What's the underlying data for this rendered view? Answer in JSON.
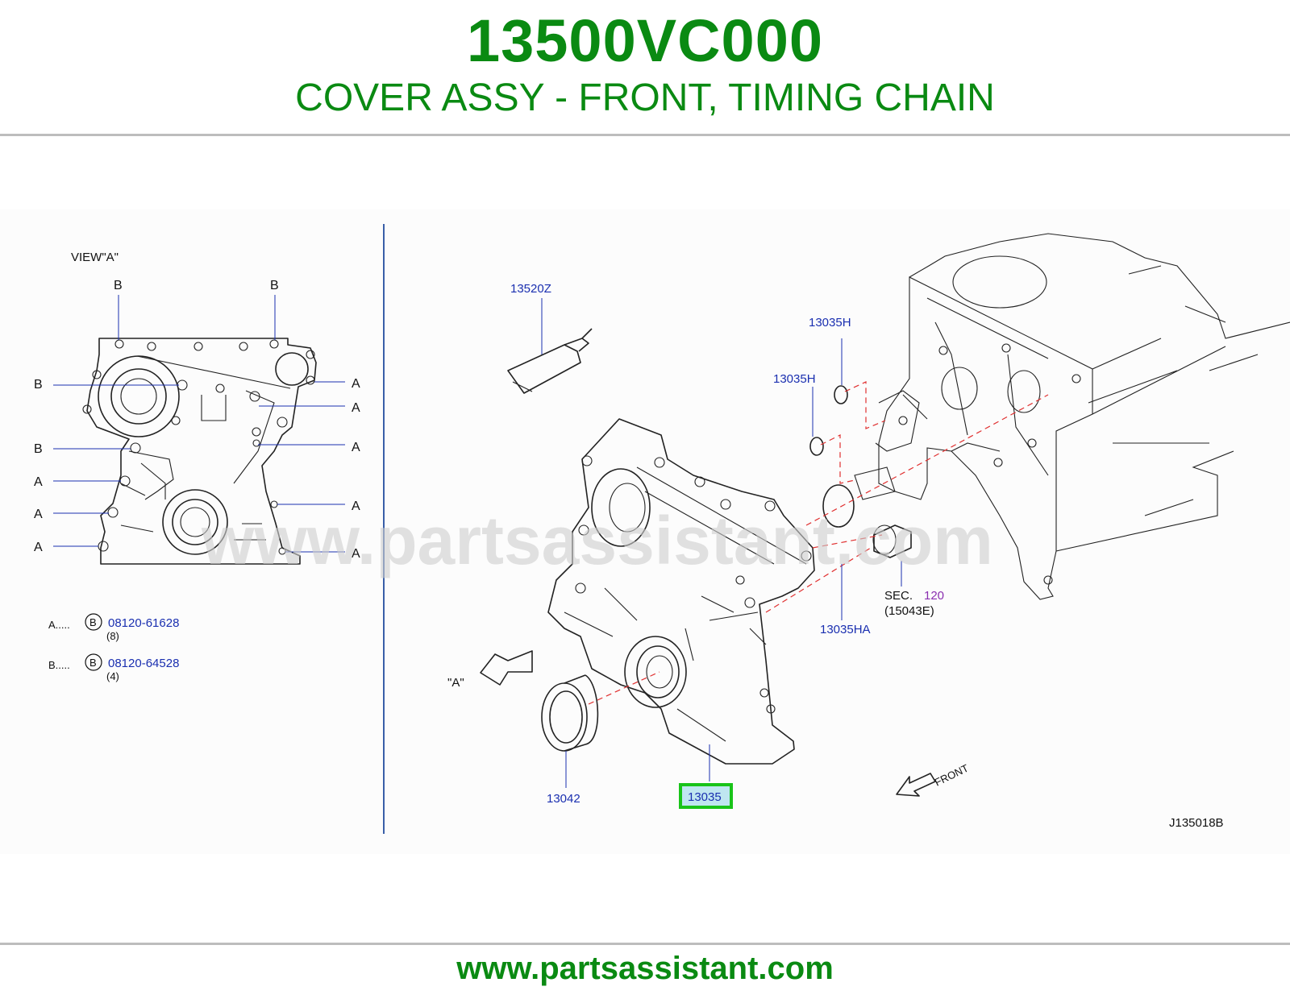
{
  "header": {
    "part_number": "13500VC000",
    "title": "COVER ASSY - FRONT, TIMING CHAIN"
  },
  "footer": {
    "url": "www.partsassistant.com"
  },
  "watermark": "www.partsassistant.com",
  "colors": {
    "brand_green": "#0a8a12",
    "callout_blue": "#1a2fb0",
    "highlight": "#19c419",
    "highlight_fill": "#bfe6f0",
    "dash_red": "#e03030"
  },
  "view_a": {
    "title": "VIEW\"A\"",
    "letter_a": "A",
    "letter_b": "B",
    "legend": [
      {
        "key": "A.....",
        "circle": "B",
        "part": "08120-61628",
        "qty": "(8)"
      },
      {
        "key": "B.....",
        "circle": "B",
        "part": "08120-64528",
        "qty": "(4)"
      }
    ]
  },
  "callouts": {
    "sealant": "13520Z",
    "oring_top": "13035H",
    "oring_mid": "13035H",
    "oring_large": "13035HA",
    "seal": "13042",
    "cover": "13035",
    "sec": "SEC.",
    "sec_num": "120",
    "sec_sub": "(15043E)",
    "view_arrow": "\"A\"",
    "front": "FRONT",
    "diagram_code": "J135018B"
  }
}
